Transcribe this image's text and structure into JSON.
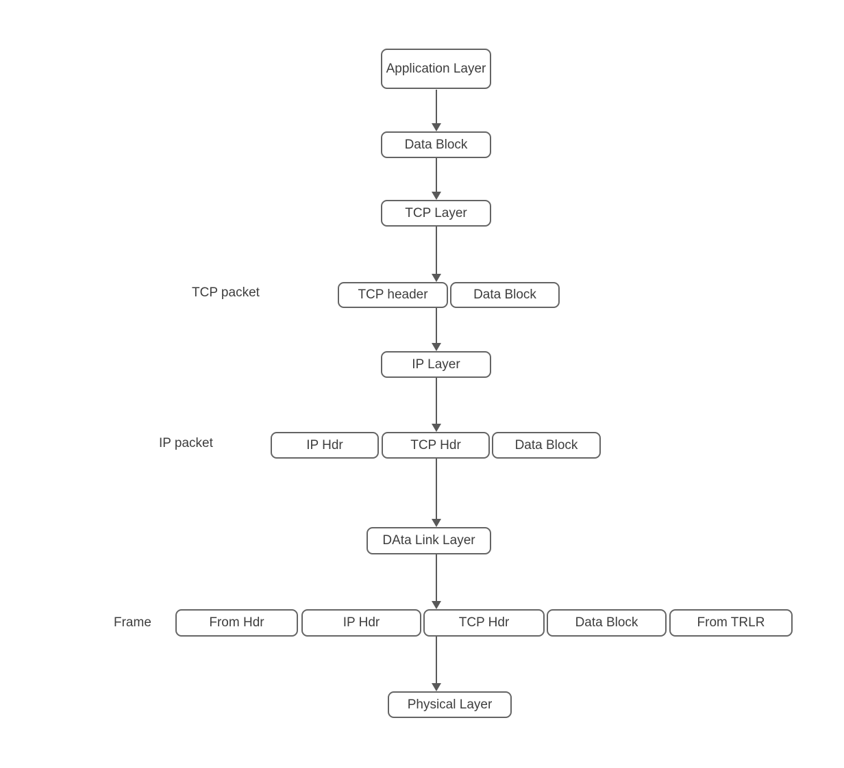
{
  "diagram": {
    "nodes": {
      "application_layer": "Application Layer",
      "data_block_1": "Data Block",
      "tcp_layer": "TCP Layer",
      "tcp_header": "TCP header",
      "data_block_2": "Data Block",
      "ip_layer": "IP Layer",
      "ip_hdr_1": "IP Hdr",
      "tcp_hdr_1": "TCP Hdr",
      "data_block_3": "Data Block",
      "data_link_layer": "DAta Link Layer",
      "from_hdr": "From Hdr",
      "ip_hdr_2": "IP Hdr",
      "tcp_hdr_2": "TCP Hdr",
      "data_block_4": "Data Block",
      "from_trlr": "From TRLR",
      "physical_layer": "Physical Layer"
    },
    "row_labels": {
      "tcp_packet": "TCP packet",
      "ip_packet": "IP packet",
      "frame": "Frame"
    },
    "edges": [
      {
        "from": "application_layer",
        "to": "data_block_1"
      },
      {
        "from": "data_block_1",
        "to": "tcp_layer"
      },
      {
        "from": "tcp_layer",
        "to": "tcp_header"
      },
      {
        "from": "tcp_header",
        "to": "ip_layer"
      },
      {
        "from": "ip_layer",
        "to": "tcp_hdr_1"
      },
      {
        "from": "tcp_hdr_1",
        "to": "data_link_layer"
      },
      {
        "from": "data_link_layer",
        "to": "tcp_hdr_2"
      },
      {
        "from": "tcp_hdr_2",
        "to": "physical_layer"
      }
    ],
    "colors": {
      "box_border": "#646464",
      "box_fill": "#ffffff",
      "text": "#3d3d3d",
      "arrow": "#595959",
      "background": "#ffffff"
    }
  }
}
